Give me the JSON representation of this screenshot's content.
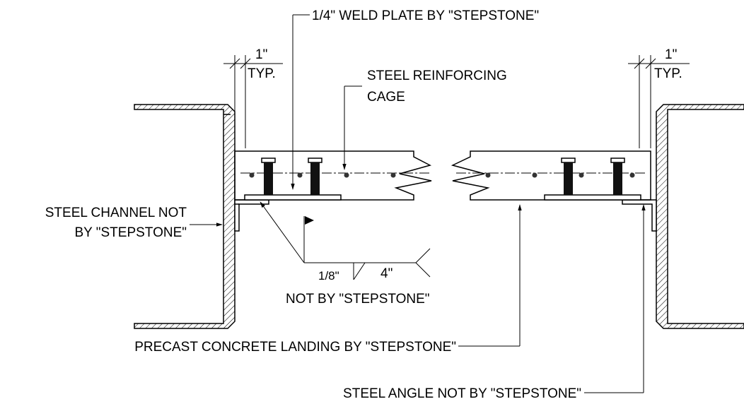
{
  "labels": {
    "weld_plate": "1/4\" WELD PLATE BY \"STEPSTONE\"",
    "dim_left_value": "1\"",
    "dim_left_typ": "TYP.",
    "dim_right_value": "1\"",
    "dim_right_typ": "TYP.",
    "cage_line1": "STEEL REINFORCING",
    "cage_line2": "CAGE",
    "channel_line1": "STEEL CHANNEL NOT",
    "channel_line2": "BY \"STEPSTONE\"",
    "weld_size": "1/8\"",
    "weld_length": "4\"",
    "weld_note": "NOT BY \"STEPSTONE\"",
    "landing": "PRECAST CONCRETE LANDING BY \"STEPSTONE\"",
    "angle": "STEEL ANGLE NOT BY \"STEPSTONE\""
  }
}
